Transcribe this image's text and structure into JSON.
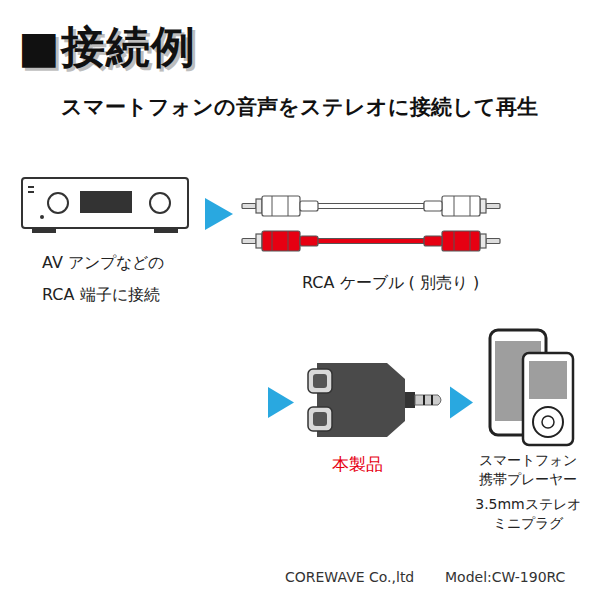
{
  "diagram": {
    "title": "■接続例",
    "nodes": [
      {
        "text": [
          "AV アンプなどの RCA 端子に接続"
        ]
      },
      {
        "text": [
          "RCA ケーブル ( 別売り )"
        ]
      },
      {
        "text": [
          "本製品"
        ]
      },
      {
        "text": [
          "スマートフォン 携帯プレーヤー",
          "3.5mmステレオ ミニプラグ"
        ]
      }
    ],
    "edges": [
      {
        "from": 0,
        "to": 1,
        "arrow": "to"
      },
      {
        "from": 2,
        "to": 3,
        "arrow": "to"
      }
    ],
    "labels": [
      "スマートフォンの音声をステレオに接続して再生",
      "COREWAVE Co.,ltd",
      "Model:CW-190RC"
    ]
  }
}
